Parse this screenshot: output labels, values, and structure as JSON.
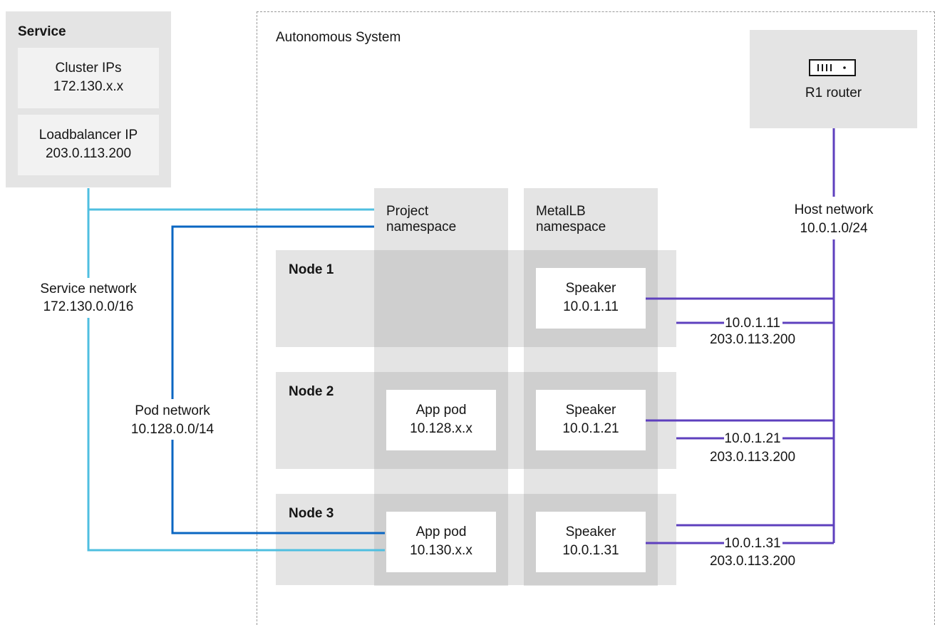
{
  "service": {
    "title": "Service",
    "cluster_ips_label": "Cluster IPs",
    "cluster_ips_value": "172.130.x.x",
    "lb_ip_label": "Loadbalancer IP",
    "lb_ip_value": "203.0.113.200"
  },
  "autonomous_system": {
    "label": "Autonomous System"
  },
  "router": {
    "label": "R1 router",
    "icon": "router-icon"
  },
  "host_network": {
    "label": "Host network",
    "cidr": "10.0.1.0/24"
  },
  "service_network": {
    "label": "Service network",
    "cidr": "172.130.0.0/16"
  },
  "pod_network": {
    "label": "Pod network",
    "cidr": "10.128.0.0/14"
  },
  "project_namespace": {
    "label_line1": "Project",
    "label_line2": "namespace"
  },
  "metallb_namespace": {
    "label_line1": "MetalLB",
    "label_line2": "namespace"
  },
  "nodes": [
    {
      "label": "Node 1",
      "speaker_label": "Speaker",
      "speaker_ip": "10.0.1.11",
      "bgp_ip": "10.0.1.11",
      "bgp_vip": "203.0.113.200"
    },
    {
      "label": "Node 2",
      "app_pod_label": "App pod",
      "app_pod_ip": "10.128.x.x",
      "speaker_label": "Speaker",
      "speaker_ip": "10.0.1.21",
      "bgp_ip": "10.0.1.21",
      "bgp_vip": "203.0.113.200"
    },
    {
      "label": "Node 3",
      "app_pod_label": "App pod",
      "app_pod_ip": "10.130.x.x",
      "speaker_label": "Speaker",
      "speaker_ip": "10.0.1.31",
      "bgp_ip": "10.0.1.31",
      "bgp_vip": "203.0.113.200"
    }
  ],
  "colors": {
    "service_network_line": "#4fbfe0",
    "pod_network_line": "#0a66c2",
    "host_network_line": "#5e40be",
    "panel_gray": "#e4e4e4",
    "overlap_gray": "#cfcfcf",
    "inner_white": "#ffffff",
    "service_inner": "#f2f2f2"
  }
}
